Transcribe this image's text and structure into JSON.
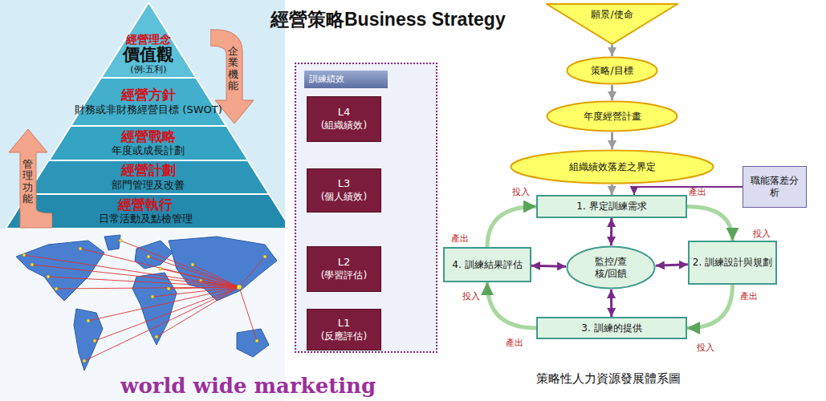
{
  "diagram": {
    "title": "經營策略Business Strategy",
    "caption": "策略性人力資源發展體系圖",
    "nodes": [
      {
        "text": [
          "經營理念",
          "價值觀",
          "(例:五利)"
        ]
      },
      {
        "text": [
          "經營方針",
          "財務或非財務經營目標 (SWOT)"
        ]
      },
      {
        "text": [
          "經營戰略",
          "年度或成長計劃"
        ]
      },
      {
        "text": [
          "經營計劃",
          "部門管理及改善"
        ]
      },
      {
        "text": [
          "經營執行",
          "日常活動及點檢管理"
        ]
      },
      {
        "text": [
          "企業機能"
        ]
      },
      {
        "text": [
          "管理功能"
        ]
      },
      {
        "text": [
          "訓練績效"
        ]
      },
      {
        "text": [
          "L4",
          "(組織績效)"
        ],
        "in": 7
      },
      {
        "text": [
          "L3",
          "(個人績效)"
        ],
        "in": 7
      },
      {
        "text": [
          "L2",
          "(學習評估)"
        ],
        "in": 7
      },
      {
        "text": [
          "L1",
          "(反應評估)"
        ],
        "in": 7
      },
      {
        "text": [
          "願景/使命"
        ]
      },
      {
        "text": [
          "策略/目標"
        ]
      },
      {
        "text": [
          "年度經營計畫"
        ]
      },
      {
        "text": [
          "組織績效落差之界定"
        ]
      },
      {
        "text": [
          "1. 界定訓練需求"
        ]
      },
      {
        "text": [
          "2. 訓練設計與規劃"
        ]
      },
      {
        "text": [
          "3. 訓練的提供"
        ]
      },
      {
        "text": [
          "4. 訓練結果評估"
        ]
      },
      {
        "text": [
          "監控/查核/回饋"
        ]
      },
      {
        "text": [
          "職能落差分析"
        ]
      }
    ],
    "edges": [
      {
        "from": 12,
        "to": 13,
        "arrow": "to"
      },
      {
        "from": 13,
        "to": 14,
        "arrow": "to"
      },
      {
        "from": 14,
        "to": 15,
        "arrow": "to"
      },
      {
        "from": 15,
        "to": 16,
        "arrow": "to"
      },
      {
        "from": 21,
        "to": 16,
        "arrow": "to"
      },
      {
        "from": 16,
        "to": 17,
        "arrow": "to"
      },
      {
        "from": 17,
        "to": 18,
        "arrow": "to"
      },
      {
        "from": 18,
        "to": 19,
        "arrow": "to"
      },
      {
        "from": 19,
        "to": 16,
        "arrow": "to"
      },
      {
        "from": 20,
        "to": 16,
        "arrow": "both"
      },
      {
        "from": 20,
        "to": 17,
        "arrow": "both"
      },
      {
        "from": 20,
        "to": 18,
        "arrow": "both"
      },
      {
        "from": 20,
        "to": 19,
        "arrow": "both"
      }
    ],
    "labels": [
      "world wide marketing",
      "投入",
      "產出",
      "產出",
      "投入",
      "投入",
      "產出",
      "產出",
      "投入"
    ]
  }
}
